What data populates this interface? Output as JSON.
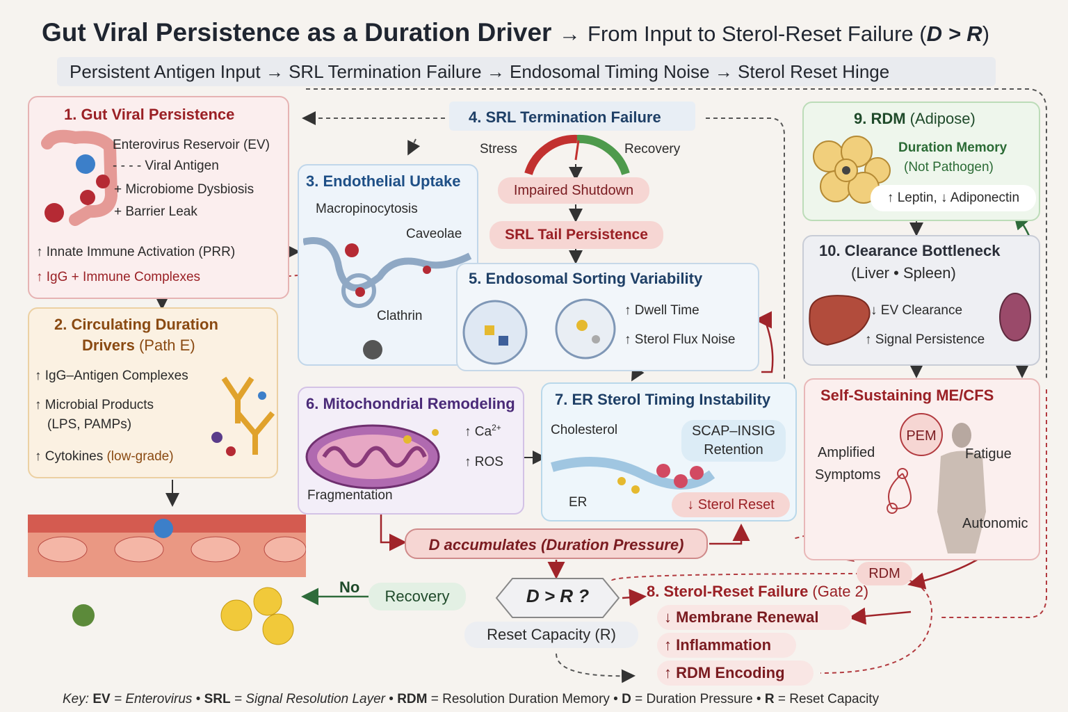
{
  "title": {
    "main": "Gut Viral Persistence as a Duration Driver",
    "arrow": "→",
    "sub": "From Input to Sterol-Reset Failure (",
    "cond": "D > R",
    "close": ")"
  },
  "subtitle": "Persistent Antigen Input → SRL Termination Failure → Endosomal Timing Noise → Sterol Reset Hinge",
  "p1": {
    "title": "1. Gut Viral Persistence",
    "l1": "Enterovirus Reservoir (EV)",
    "l2": "- - - - Viral Antigen",
    "l3": "+ Microbiome Dysbiosis",
    "l4": "+ Barrier Leak",
    "l5": "↑ Innate Immune Activation (PRR)",
    "l6": "↑ IgG + Immune Complexes"
  },
  "p2": {
    "title": "2. Circulating Duration",
    "title2a": "Drivers",
    "title2b": " (Path E)",
    "l1": "↑ IgG–Antigen Complexes",
    "l2": "↑ Microbial Products",
    "l3": "(LPS, PAMPs)",
    "l4a": "↑ Cytokines",
    "l4b": " (low-grade)"
  },
  "p3": {
    "title": "3. Endothelial Uptake",
    "l1": "Macropinocytosis",
    "l2": "Caveolae",
    "l3": "Clathrin"
  },
  "p4": {
    "title": "4. SRL Termination Failure",
    "stress": "Stress",
    "recovery": "Recovery",
    "impaired": "Impaired Shutdown",
    "tail": "SRL Tail Persistence"
  },
  "p5": {
    "title": "5. Endosomal Sorting Variability",
    "l1": "↑ Dwell Time",
    "l2": "↑ Sterol Flux Noise"
  },
  "p6": {
    "title": "6. Mitochondrial Remodeling",
    "ca": "↑ Ca",
    "ca_sup": "2+",
    "ros": "↑ ROS",
    "frag": "Fragmentation"
  },
  "p7": {
    "title": "7. ER Sterol Timing Instability",
    "chol": "Cholesterol",
    "scap1": "SCAP–INSIG",
    "scap2": "Retention",
    "er": "ER",
    "reset": "↓ Sterol Reset"
  },
  "p8": {
    "title": "8. Sterol-Reset Failure",
    "gate": " (Gate 2)",
    "l1": "↓ Membrane Renewal",
    "l2": "↑ Inflammation",
    "l3": "↑ RDM Encoding"
  },
  "p9": {
    "title": "9. RDM",
    "title_b": " (Adipose)",
    "l1": "Duration Memory",
    "l2": "(Not Pathogen)",
    "l3": "↑ Leptin, ↓ Adiponectin"
  },
  "p10": {
    "title": "10. Clearance Bottleneck",
    "sub": "(Liver • Spleen)",
    "l1": "↓ EV Clearance",
    "l2": "↑ Signal Persistence"
  },
  "mecfs": {
    "title": "Self-Sustaining ME/CFS",
    "pem": "PEM",
    "fatigue": "Fatigue",
    "amp1": "Amplified",
    "amp2": "Symptoms",
    "auto": "Autonomic",
    "rdm": "RDM"
  },
  "flow": {
    "accum": "D accumulates (Duration Pressure)",
    "gate": "D > R ?",
    "no": "No",
    "recovery": "Recovery",
    "reset_cap": "Reset Capacity (R)"
  },
  "key": {
    "label": "Key:",
    "ev": "EV",
    "ev_d": " = Enterovirus",
    "srl": "SRL",
    "srl_d": " = Signal Resolution Layer",
    "rdm": "RDM",
    "rdm_d": " = Resolution Duration Memory",
    "d": "D",
    "d_d": " = Duration Pressure",
    "r": "R",
    "r_d": " = Reset Capacity",
    "sep": " • "
  }
}
